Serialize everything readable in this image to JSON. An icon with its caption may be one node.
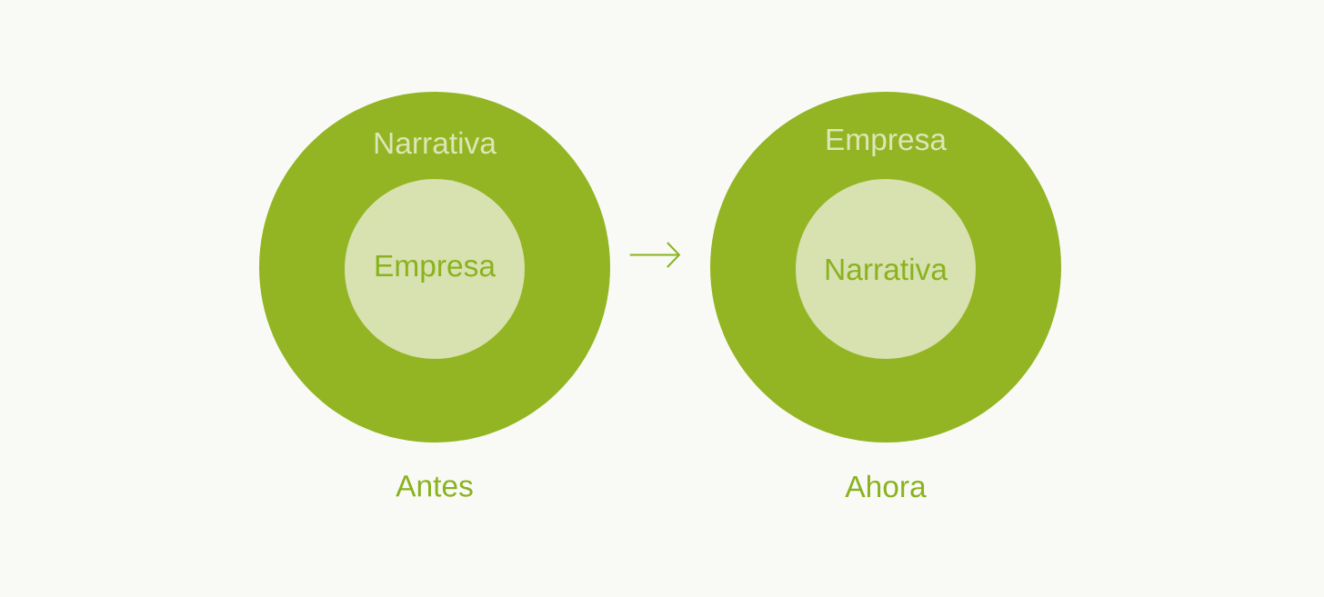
{
  "diagram": {
    "nodes": [
      {
        "text": [
          "Narrativa"
        ],
        "beside": [
          "Antes"
        ]
      },
      {
        "text": [
          "Empresa"
        ],
        "in": 0
      },
      {
        "text": [
          "Empresa"
        ],
        "beside": [
          "Ahora"
        ]
      },
      {
        "text": [
          "Narrativa"
        ],
        "in": 2
      }
    ],
    "edges": [
      {
        "from": 0,
        "to": 2,
        "arrow": "to"
      }
    ]
  }
}
